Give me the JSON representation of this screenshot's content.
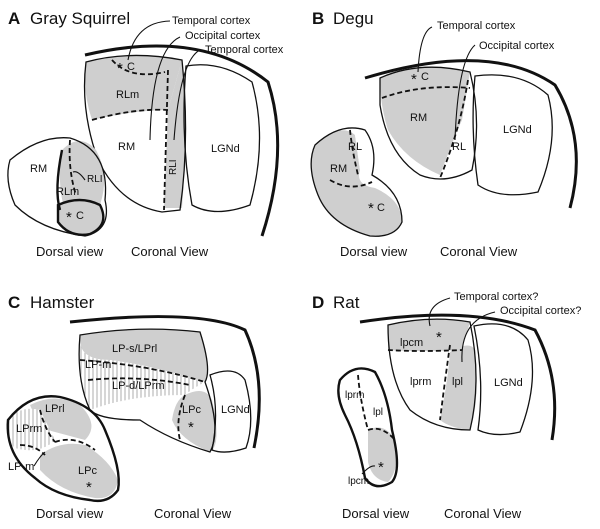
{
  "panels": {
    "a": {
      "letter": "A",
      "title": "Gray Squirrel",
      "views": {
        "dorsal": "Dorsal view",
        "coronal": "Coronal View"
      },
      "labels": {
        "ann_temporal1": "Temporal cortex",
        "ann_occipital": "Occipital cortex",
        "ann_temporal2": "Temporal cortex",
        "c_top": "C",
        "rlm_top": "RLm",
        "rm_cor": "RM",
        "rli_cor": "RLI",
        "lgnd": "LGNd",
        "rm_dor": "RM",
        "rlm_dor": "RLm",
        "rli_dor": "RLI",
        "c_dor": "C"
      }
    },
    "b": {
      "letter": "B",
      "title": "Degu",
      "views": {
        "dorsal": "Dorsal view",
        "coronal": "Coronal View"
      },
      "labels": {
        "ann_temporal": "Temporal cortex",
        "ann_occipital": "Occipital cortex",
        "c_top": "C",
        "rm_cor": "RM",
        "rl_cor": "RL",
        "lgnd": "LGNd",
        "rl_dor": "RL",
        "rm_dor": "RM",
        "c_dor": "C"
      }
    },
    "c": {
      "letter": "C",
      "title": "Hamster",
      "views": {
        "dorsal": "Dorsal view",
        "coronal": "Coronal View"
      },
      "labels": {
        "lps": "LP-s/LPrl",
        "lpm_cor": "LP-m",
        "lpd": "LP-d/LPrm",
        "lpc_cor": "LPc",
        "lgnd": "LGNd",
        "lprl_dor": "LPrl",
        "lprm_dor": "LPrm",
        "lpm_dor": "LP-m",
        "lpc_dor": "LPc"
      }
    },
    "d": {
      "letter": "D",
      "title": "Rat",
      "views": {
        "dorsal": "Dorsal view",
        "coronal": "Coronal View"
      },
      "labels": {
        "ann_temporal": "Temporal cortex?",
        "ann_occipital": "Occipital cortex?",
        "lpcm_cor": "lpcm",
        "lprm_cor": "lprm",
        "lpl_cor": "lpl",
        "lgnd": "LGNd",
        "lprm_dor": "lprm",
        "lpl_dor": "lpl",
        "lpcm_dor": "lpcm"
      }
    }
  },
  "symbols": {
    "star": "*"
  }
}
